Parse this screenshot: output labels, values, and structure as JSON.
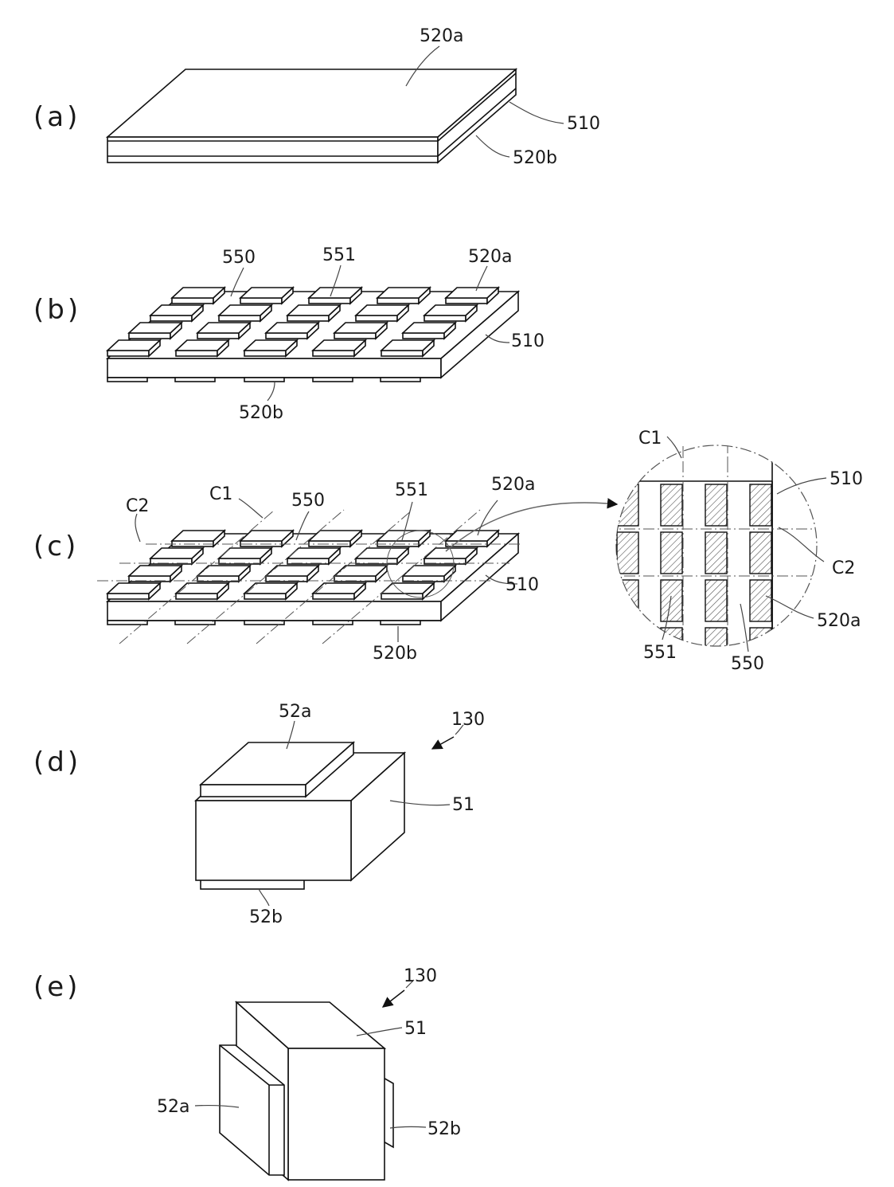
{
  "panels": {
    "a": {
      "label": "(a)",
      "top": "520a",
      "core": "510",
      "bottom": "520b"
    },
    "b": {
      "label": "(b)",
      "groove": "550",
      "electrode": "551",
      "top": "520a",
      "core": "510",
      "bottom": "520b"
    },
    "c": {
      "label": "(c)",
      "cut2": "C2",
      "cut1": "C1",
      "groove": "550",
      "electrode": "551",
      "top": "520a",
      "core": "510",
      "bottom": "520b",
      "detail": {
        "cut1": "C1",
        "core": "510",
        "cut2": "C2",
        "top": "520a",
        "electrode": "551",
        "groove": "550"
      }
    },
    "d": {
      "label": "(d)",
      "top_electrode": "52a",
      "device": "130",
      "body": "51",
      "bottom_electrode": "52b"
    },
    "e": {
      "label": "(e)",
      "device": "130",
      "body": "51",
      "left_electrode": "52a",
      "right_electrode": "52b"
    }
  }
}
